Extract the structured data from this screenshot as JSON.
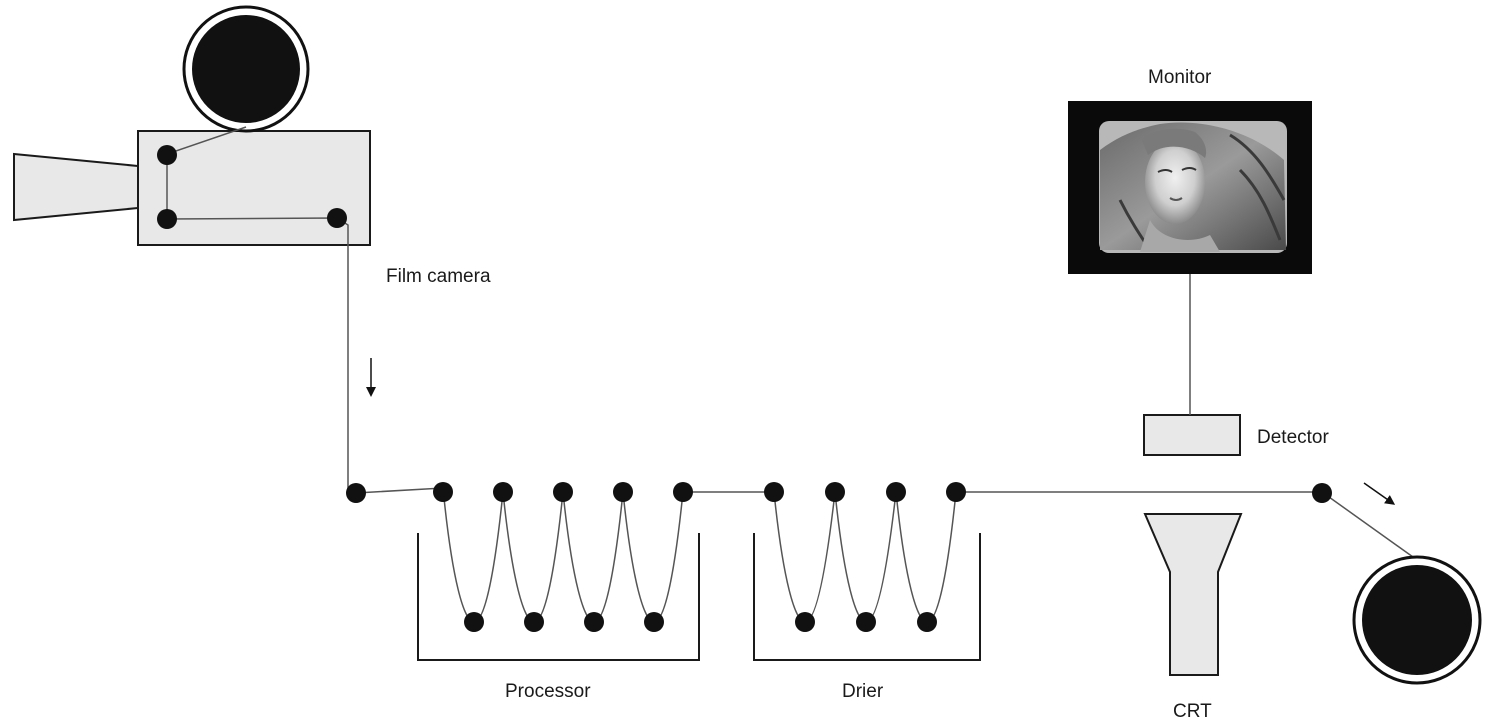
{
  "labels": {
    "film_camera": "Film camera",
    "processor": "Processor",
    "drier": "Drier",
    "crt": "CRT",
    "detector": "Detector",
    "monitor": "Monitor"
  },
  "colors": {
    "camera_fill": "#e8e8e8",
    "tank_fill": "#ffffff",
    "monitor_bezel": "#0a0a0a",
    "screen_bg": "#b8b8b8",
    "roller": "#111111",
    "film": "#555555"
  }
}
